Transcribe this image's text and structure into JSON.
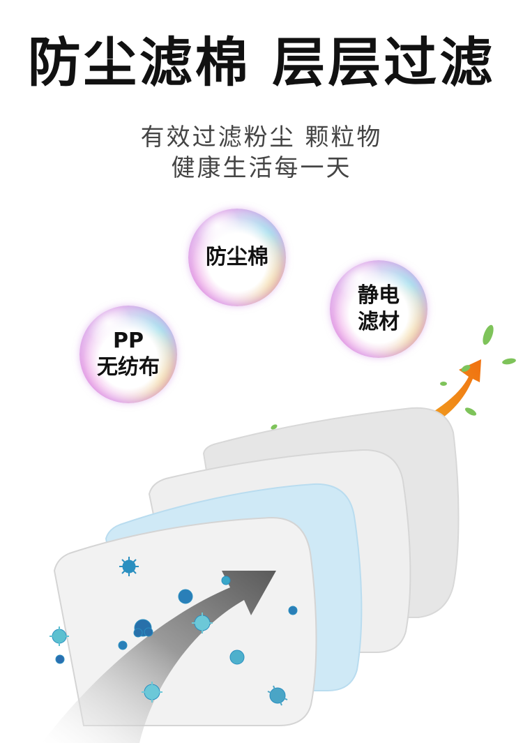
{
  "heading": {
    "title": "防尘滤棉 层层过滤",
    "subtitle_line1": "有效过滤粉尘 颗粒物",
    "subtitle_line2": "健康生活每一天"
  },
  "layers": [
    {
      "line1": "防尘棉",
      "line2": ""
    },
    {
      "line1": "静电",
      "line2": "滤材"
    },
    {
      "line1": "PP",
      "line2": "无纺布"
    }
  ],
  "colors": {
    "title": "#111111",
    "subtitle": "#444444",
    "layer_grey": "#e6e6e6",
    "layer_blue": "#cfe9f6",
    "arrow_orange": "#f07a10",
    "leaf_green": "#7ec35a",
    "germ_blue": "#2a8fc0"
  },
  "icons": [
    "germ-icon",
    "leaf-icon",
    "arrow-icon"
  ]
}
